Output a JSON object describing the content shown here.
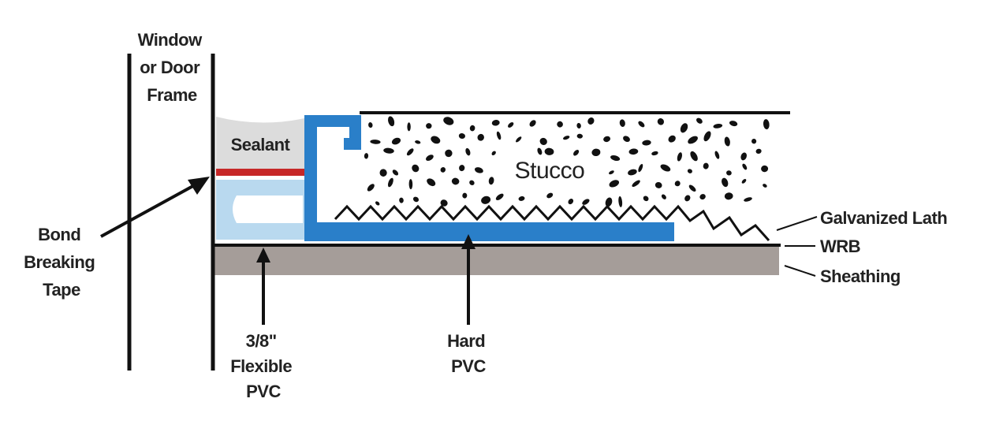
{
  "colors": {
    "background": "#ffffff",
    "line": "#111111",
    "text": "#222222",
    "hard_pvc": "#2a7fc9",
    "flexible_pvc": "#b9d9ef",
    "sealant": "#dcdcdc",
    "bond_breaking_tape": "#c62828",
    "sheathing": "#a59d99",
    "stucco": "#ffffff",
    "stucco_aggregate": "#111111"
  },
  "labels": {
    "frame": [
      "Window",
      "or Door",
      "Frame"
    ],
    "sealant": "Sealant",
    "stucco": "Stucco",
    "bond_tape": [
      "Bond",
      "Breaking",
      "Tape"
    ],
    "flexible_pvc": [
      "3/8\"",
      "Flexible",
      "PVC"
    ],
    "hard_pvc": [
      "Hard",
      "PVC"
    ],
    "galvanized_lath": "Galvanized Lath",
    "wrb": "WRB",
    "sheathing": "Sheathing"
  }
}
